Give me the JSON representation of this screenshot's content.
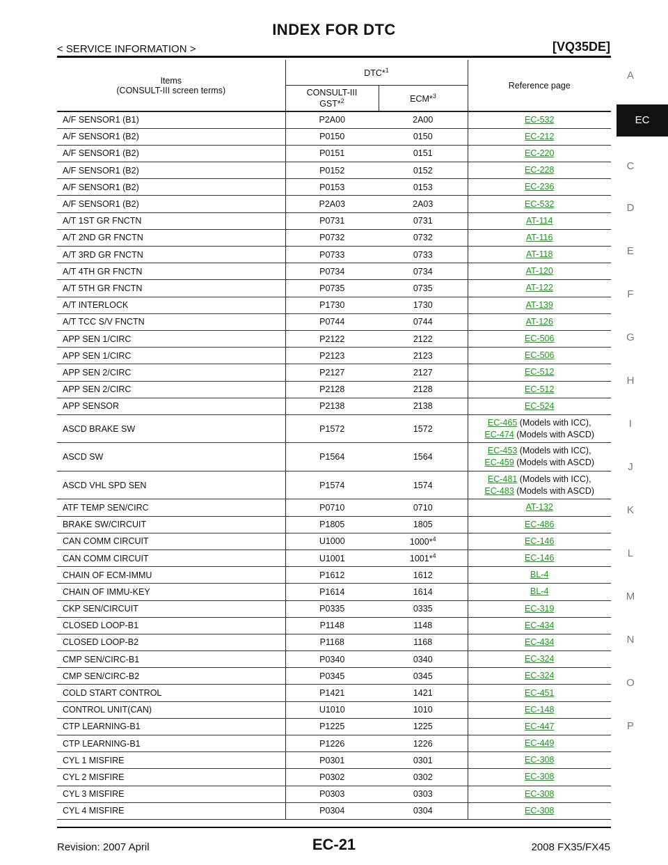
{
  "header": {
    "title": "INDEX FOR DTC",
    "breadcrumb": "< SERVICE INFORMATION >",
    "engine": "[VQ35DE]"
  },
  "footer": {
    "revision": "Revision: 2007 April",
    "page": "EC-21",
    "model": "2008 FX35/FX45"
  },
  "side_tabs": [
    "A",
    "EC",
    "C",
    "D",
    "E",
    "F",
    "G",
    "H",
    "I",
    "J",
    "K",
    "L",
    "M",
    "N",
    "O",
    "P"
  ],
  "active_tab": "EC",
  "table": {
    "col_items": "Items",
    "col_items_sub": "(CONSULT-III screen terms)",
    "col_dtc": "DTC*",
    "col_dtc_sup": "1",
    "col_consult": "CONSULT-III",
    "col_gst": "GST*",
    "col_gst_sup": "2",
    "col_ecm": "ECM*",
    "col_ecm_sup": "3",
    "col_ref": "Reference page",
    "rows": [
      {
        "item": "A/F SENSOR1 (B1)",
        "consult": "P2A00",
        "ecm": "2A00",
        "ref": "EC-532"
      },
      {
        "item": "A/F SENSOR1 (B2)",
        "consult": "P0150",
        "ecm": "0150",
        "ref": "EC-212"
      },
      {
        "item": "A/F SENSOR1 (B2)",
        "consult": "P0151",
        "ecm": "0151",
        "ref": "EC-220"
      },
      {
        "item": "A/F SENSOR1 (B2)",
        "consult": "P0152",
        "ecm": "0152",
        "ref": "EC-228"
      },
      {
        "item": "A/F SENSOR1 (B2)",
        "consult": "P0153",
        "ecm": "0153",
        "ref": "EC-236"
      },
      {
        "item": "A/F SENSOR1 (B2)",
        "consult": "P2A03",
        "ecm": "2A03",
        "ref": "EC-532"
      },
      {
        "item": "A/T 1ST GR FNCTN",
        "consult": "P0731",
        "ecm": "0731",
        "ref": "AT-114"
      },
      {
        "item": "A/T 2ND GR FNCTN",
        "consult": "P0732",
        "ecm": "0732",
        "ref": "AT-116"
      },
      {
        "item": "A/T 3RD GR FNCTN",
        "consult": "P0733",
        "ecm": "0733",
        "ref": "AT-118"
      },
      {
        "item": "A/T 4TH GR FNCTN",
        "consult": "P0734",
        "ecm": "0734",
        "ref": "AT-120"
      },
      {
        "item": "A/T 5TH GR FNCTN",
        "consult": "P0735",
        "ecm": "0735",
        "ref": "AT-122"
      },
      {
        "item": "A/T INTERLOCK",
        "consult": "P1730",
        "ecm": "1730",
        "ref": "AT-139"
      },
      {
        "item": "A/T TCC S/V FNCTN",
        "consult": "P0744",
        "ecm": "0744",
        "ref": "AT-126"
      },
      {
        "item": "APP SEN 1/CIRC",
        "consult": "P2122",
        "ecm": "2122",
        "ref": "EC-506"
      },
      {
        "item": "APP SEN 1/CIRC",
        "consult": "P2123",
        "ecm": "2123",
        "ref": "EC-506"
      },
      {
        "item": "APP SEN 2/CIRC",
        "consult": "P2127",
        "ecm": "2127",
        "ref": "EC-512"
      },
      {
        "item": "APP SEN 2/CIRC",
        "consult": "P2128",
        "ecm": "2128",
        "ref": "EC-512"
      },
      {
        "item": "APP SENSOR",
        "consult": "P2138",
        "ecm": "2138",
        "ref": "EC-524"
      },
      {
        "item": "ASCD BRAKE SW",
        "consult": "P1572",
        "ecm": "1572",
        "ref": "EC-465",
        "ref_note": " (Models with ICC),",
        "ref2": "EC-474",
        "ref2_note": " (Models with ASCD)"
      },
      {
        "item": "ASCD SW",
        "consult": "P1564",
        "ecm": "1564",
        "ref": "EC-453",
        "ref_note": " (Models with ICC),",
        "ref2": "EC-459",
        "ref2_note": " (Models with ASCD)"
      },
      {
        "item": "ASCD VHL SPD SEN",
        "consult": "P1574",
        "ecm": "1574",
        "ref": "EC-481",
        "ref_note": " (Models with ICC),",
        "ref2": "EC-483",
        "ref2_note": " (Models with ASCD)"
      },
      {
        "item": "ATF TEMP SEN/CIRC",
        "consult": "P0710",
        "ecm": "0710",
        "ref": "AT-132"
      },
      {
        "item": "BRAKE SW/CIRCUIT",
        "consult": "P1805",
        "ecm": "1805",
        "ref": "EC-486"
      },
      {
        "item": "CAN COMM CIRCUIT",
        "consult": "U1000",
        "ecm": "1000*",
        "ecm_sup": "4",
        "ref": "EC-146"
      },
      {
        "item": "CAN COMM CIRCUIT",
        "consult": "U1001",
        "ecm": "1001*",
        "ecm_sup": "4",
        "ref": "EC-146"
      },
      {
        "item": "CHAIN OF ECM-IMMU",
        "consult": "P1612",
        "ecm": "1612",
        "ref": "BL-4"
      },
      {
        "item": "CHAIN OF IMMU-KEY",
        "consult": "P1614",
        "ecm": "1614",
        "ref": "BL-4"
      },
      {
        "item": "CKP SEN/CIRCUIT",
        "consult": "P0335",
        "ecm": "0335",
        "ref": "EC-319"
      },
      {
        "item": "CLOSED LOOP-B1",
        "consult": "P1148",
        "ecm": "1148",
        "ref": "EC-434"
      },
      {
        "item": "CLOSED LOOP-B2",
        "consult": "P1168",
        "ecm": "1168",
        "ref": "EC-434"
      },
      {
        "item": "CMP SEN/CIRC-B1",
        "consult": "P0340",
        "ecm": "0340",
        "ref": "EC-324"
      },
      {
        "item": "CMP SEN/CIRC-B2",
        "consult": "P0345",
        "ecm": "0345",
        "ref": "EC-324"
      },
      {
        "item": "COLD START CONTROL",
        "consult": "P1421",
        "ecm": "1421",
        "ref": "EC-451"
      },
      {
        "item": "CONTROL UNIT(CAN)",
        "consult": "U1010",
        "ecm": "1010",
        "ref": "EC-148"
      },
      {
        "item": "CTP LEARNING-B1",
        "consult": "P1225",
        "ecm": "1225",
        "ref": "EC-447"
      },
      {
        "item": "CTP LEARNING-B1",
        "consult": "P1226",
        "ecm": "1226",
        "ref": "EC-449"
      },
      {
        "item": "CYL 1 MISFIRE",
        "consult": "P0301",
        "ecm": "0301",
        "ref": "EC-308"
      },
      {
        "item": "CYL 2 MISFIRE",
        "consult": "P0302",
        "ecm": "0302",
        "ref": "EC-308"
      },
      {
        "item": "CYL 3 MISFIRE",
        "consult": "P0303",
        "ecm": "0303",
        "ref": "EC-308"
      },
      {
        "item": "CYL 4 MISFIRE",
        "consult": "P0304",
        "ecm": "0304",
        "ref": "EC-308"
      }
    ]
  },
  "colors": {
    "link": "#1a9a1a",
    "tab_active_bg": "#111111",
    "tab_inactive_text": "#777777"
  }
}
